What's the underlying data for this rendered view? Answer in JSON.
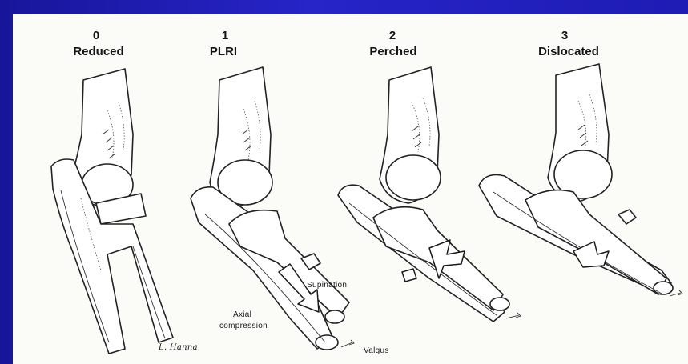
{
  "stages": [
    {
      "number": "0",
      "name": "Reduced"
    },
    {
      "number": "1",
      "name": "PLRI"
    },
    {
      "number": "2",
      "name": "Perched"
    },
    {
      "number": "3",
      "name": "Dislocated"
    }
  ],
  "annotations": {
    "supination": "Supination",
    "axial_line1": "Axial",
    "axial_line2": "compression",
    "valgus": "Valgus",
    "signature": "L. Hanna"
  }
}
